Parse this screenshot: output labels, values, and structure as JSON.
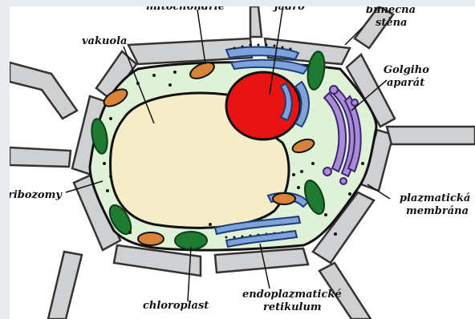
{
  "labels": {
    "mitochondrie": "mitochondrie",
    "jadro": "jádro",
    "bunecna_stena_1": "buněčná",
    "bunecna_stena_2": "stěna",
    "vakuola": "vakuola",
    "golgi_1": "Golgiho",
    "golgi_2": "aparát",
    "ribozomy": "ribozomy",
    "plazmaticka_1": "plazmatická",
    "plazmaticka_2": "membrána",
    "chloroplast": "chloroplast",
    "er_1": "endoplazmatické",
    "er_2": "retikulum"
  },
  "colors": {
    "cell_wall": "#cfd0d2",
    "cytoplasm": "#dff2d8",
    "vacuole": "#f6edc8",
    "nucleus": "#e81414",
    "chloroplast": "#1f7a32",
    "mitochondria": "#d9823a",
    "golgi": "#a98bd6",
    "er": "#7fa2d8"
  }
}
